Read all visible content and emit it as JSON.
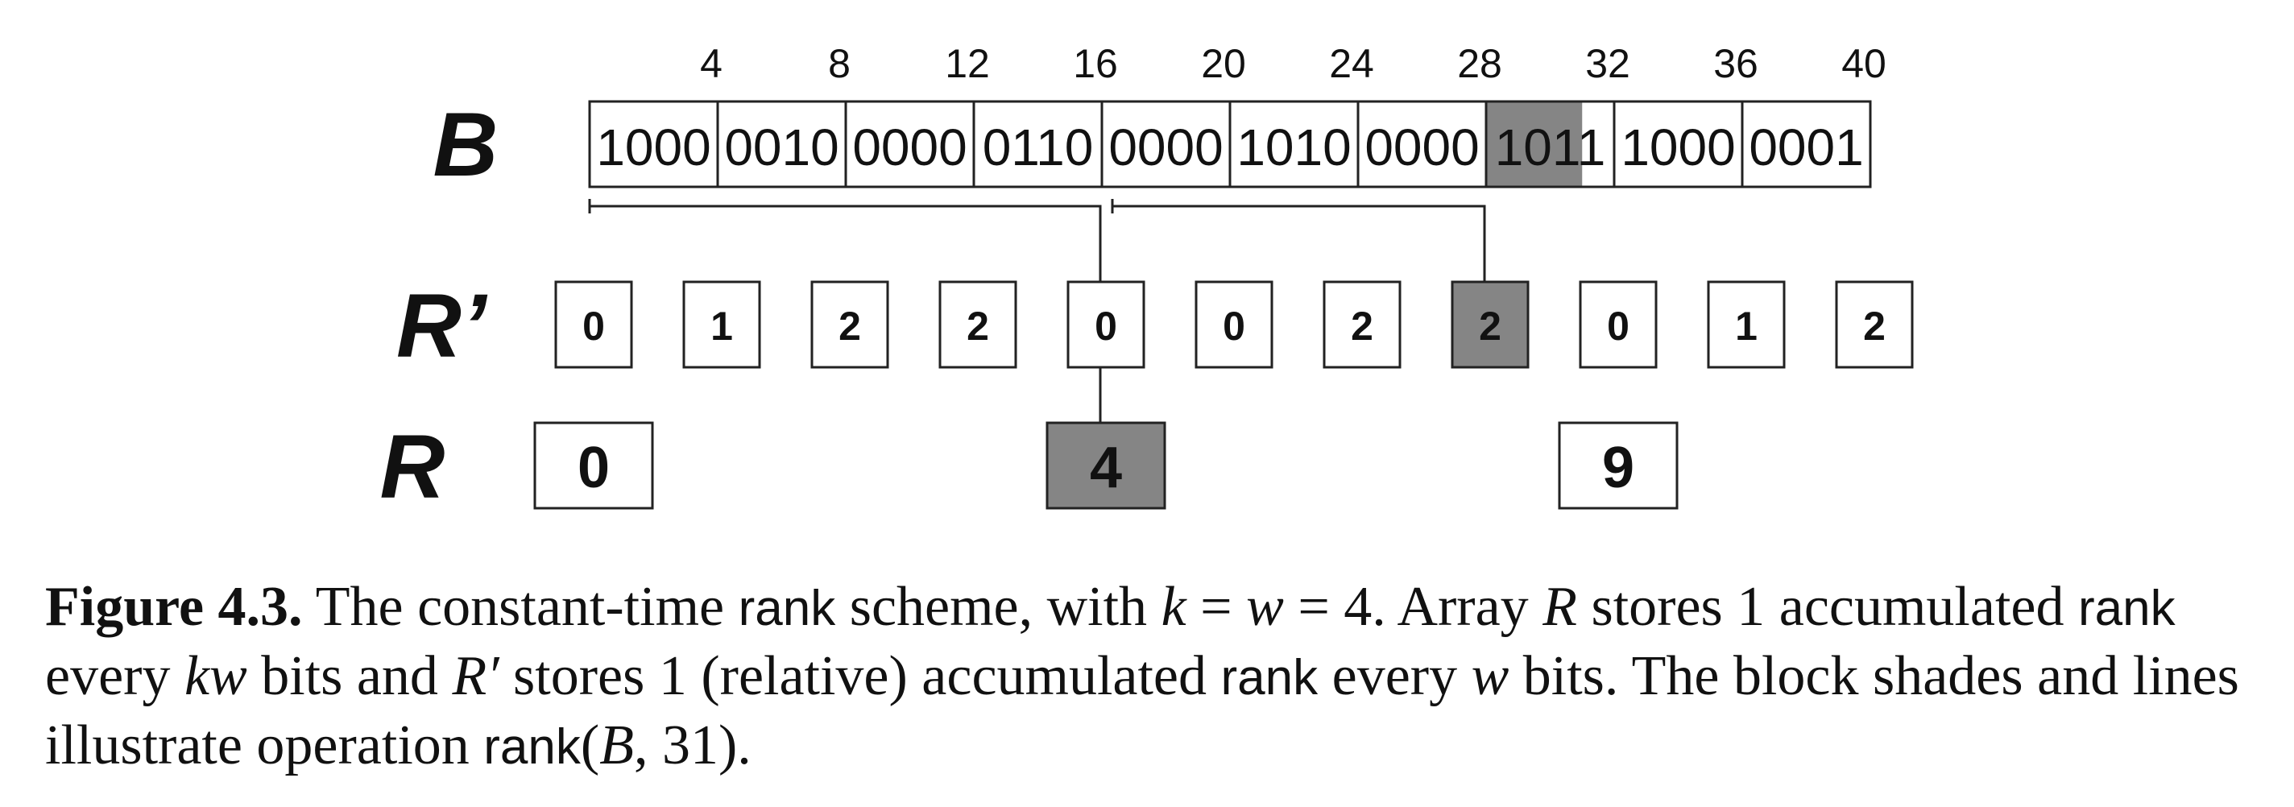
{
  "diagram": {
    "tick_labels": [
      "4",
      "8",
      "12",
      "16",
      "20",
      "24",
      "28",
      "32",
      "36",
      "40"
    ],
    "row_labels": {
      "b": "B",
      "r_prime": "R’",
      "r": "R"
    },
    "b_words": [
      "1000",
      "0010",
      "0000",
      "0110",
      "0000",
      "1010",
      "0000",
      "1011",
      "1000",
      "0001"
    ],
    "b_highlight_word": 7,
    "b_highlight_bits": 3,
    "r_prime_values": [
      "0",
      "1",
      "2",
      "2",
      "0",
      "0",
      "2",
      "2",
      "0",
      "1",
      "2"
    ],
    "r_prime_highlight": 7,
    "r_values": [
      "0",
      "4",
      "9"
    ],
    "r_highlight": 1,
    "colors": {
      "shade": "#858585",
      "line": "#222222",
      "text": "#111111"
    }
  },
  "caption": {
    "fig_label": "Figure 4.3.",
    "t1": " The constant-time ",
    "rank1": "rank",
    "t2": " scheme, with ",
    "m_k": "k",
    "t3": " = ",
    "m_w": "w",
    "t4": " = 4. Array ",
    "m_r": "R",
    "t5": " stores 1 accumulated ",
    "rank2": "rank",
    "t6": " every ",
    "m_kw": "kw",
    "t7": " bits and ",
    "m_rp": "R′",
    "t8": " stores 1 (relative) accumulated ",
    "rank3": "rank",
    "t9": " every ",
    "m_w2": "w",
    "t10": " bits. The block shades and lines illustrate operation ",
    "rank4": "rank",
    "t11": "(",
    "m_b": "B",
    "t12": ", 31)."
  }
}
